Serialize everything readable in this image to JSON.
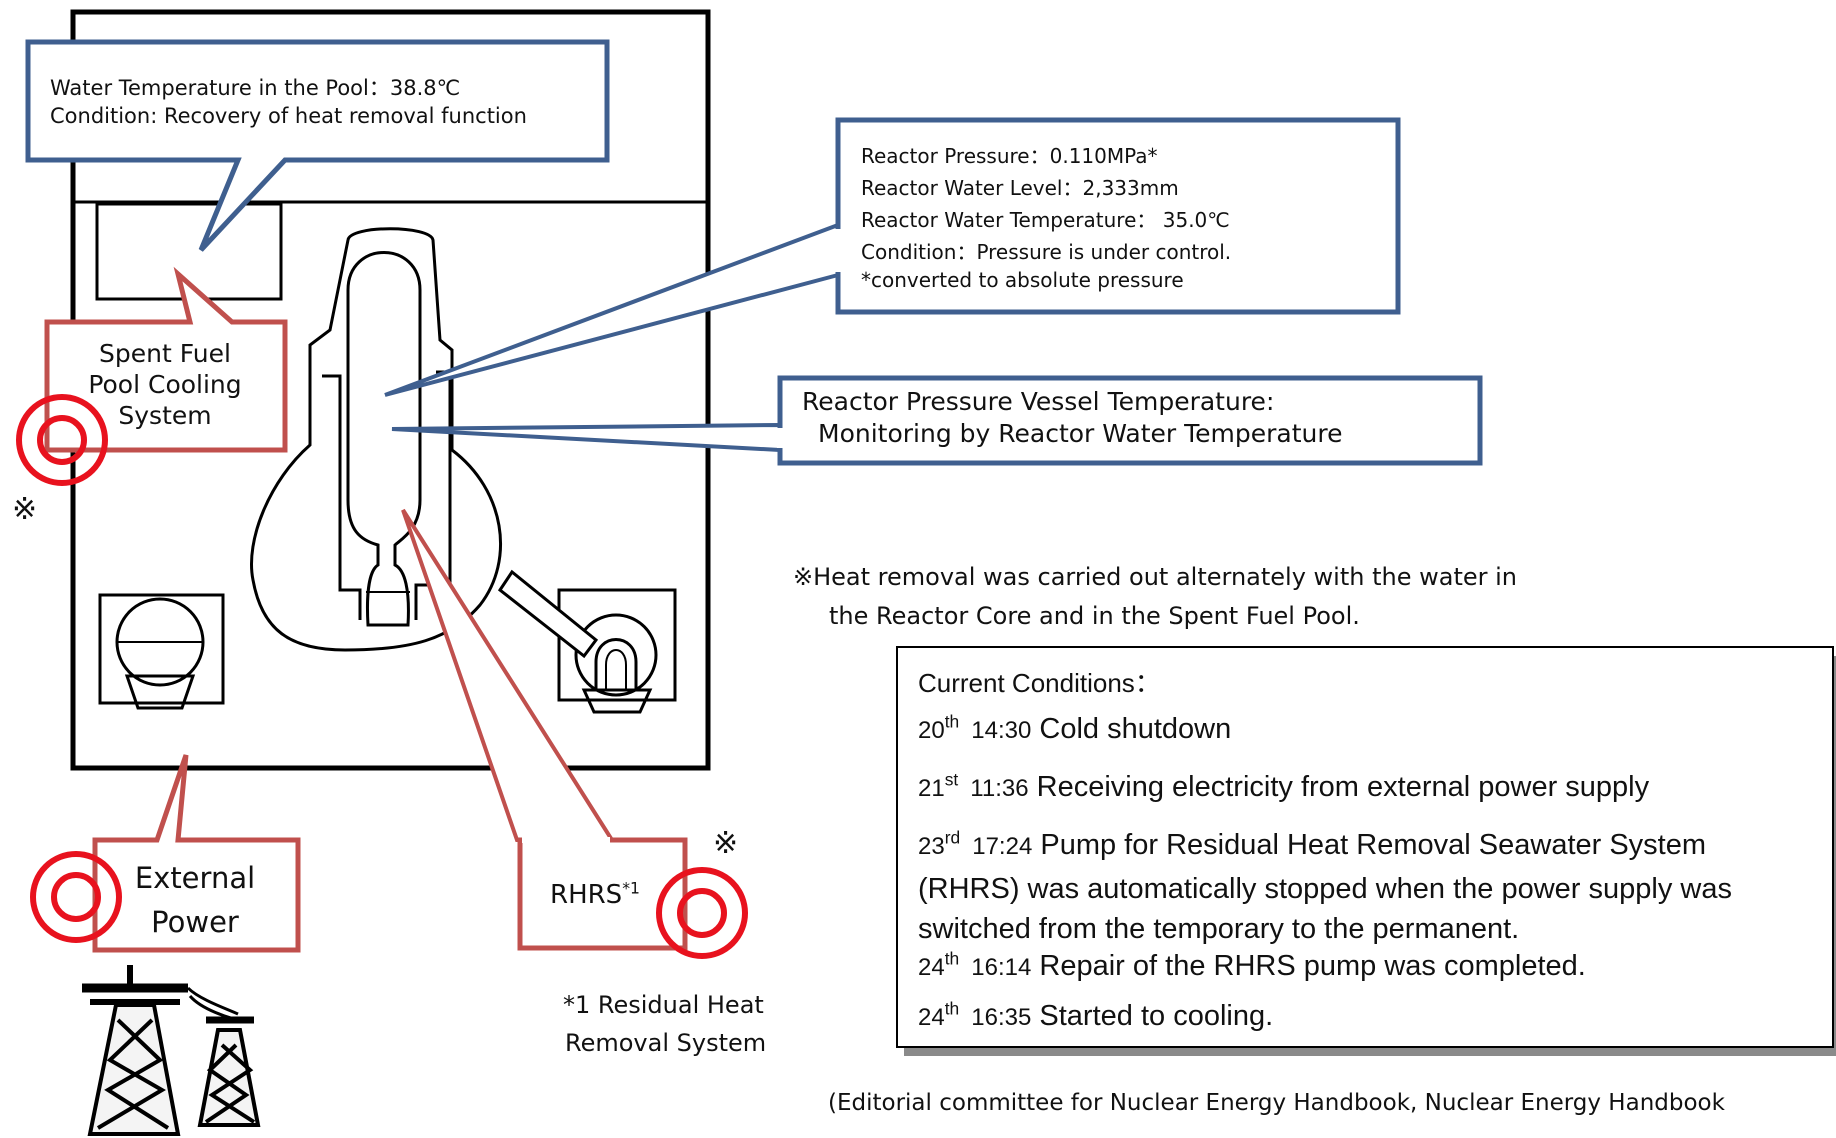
{
  "pool_callout": {
    "line1": "Water Temperature in the Pool：38.8℃",
    "line2": "Condition: Recovery of heat removal function"
  },
  "reactor_callout": {
    "line1": "Reactor Pressure：0.110MPa*",
    "line2": "Reactor Water Level：2,333mm",
    "line3": "Reactor Water Temperature：  35.0℃",
    "line4": "Condition：Pressure is under control.",
    "line5": "*converted to absolute pressure"
  },
  "rpv_callout": {
    "line1": "Reactor Pressure Vessel Temperature:",
    "line2": "Monitoring by Reactor Water Temperature"
  },
  "sfp_label": {
    "line1": "Spent Fuel",
    "line2": "Pool Cooling",
    "line3": "System"
  },
  "external_power_label": {
    "line1": "External",
    "line2": "Power"
  },
  "rhrs_label": {
    "text": "RHRS",
    "sup": "*1"
  },
  "marks": {
    "symbol": "※"
  },
  "footnote": {
    "line1": "*1 Residual Heat",
    "line2": "Removal System"
  },
  "note": {
    "line1": "※Heat removal was carried out alternately with the water in",
    "line2": "the Reactor Core and in the Spent Fuel Pool."
  },
  "conditions": {
    "title": "Current Conditions：",
    "items": [
      {
        "day": "20",
        "suffix": "th",
        "time": "14:30",
        "text": "Cold shutdown"
      },
      {
        "day": "21",
        "suffix": "st",
        "time": "11:36",
        "text": "Receiving electricity from external power supply"
      },
      {
        "day": "23",
        "suffix": "rd",
        "time": "17:24",
        "text": "Pump for Residual Heat Removal Seawater System"
      },
      {
        "day": "24",
        "suffix": "th",
        "time": "16:14",
        "text": "Repair of the RHRS pump was completed."
      },
      {
        "day": "24",
        "suffix": "th",
        "time": "16:35",
        "text": "Started to cooling."
      }
    ],
    "item3_cont1": "(RHRS) was automatically stopped when the power supply was",
    "item3_cont2": "switched from the temporary to the permanent."
  },
  "source": "(Editorial committee for Nuclear Energy Handbook, Nuclear Energy Handbook",
  "colors": {
    "blue": "#3F5F8F",
    "red": "#C0504D",
    "bright_red": "#E8121E"
  }
}
